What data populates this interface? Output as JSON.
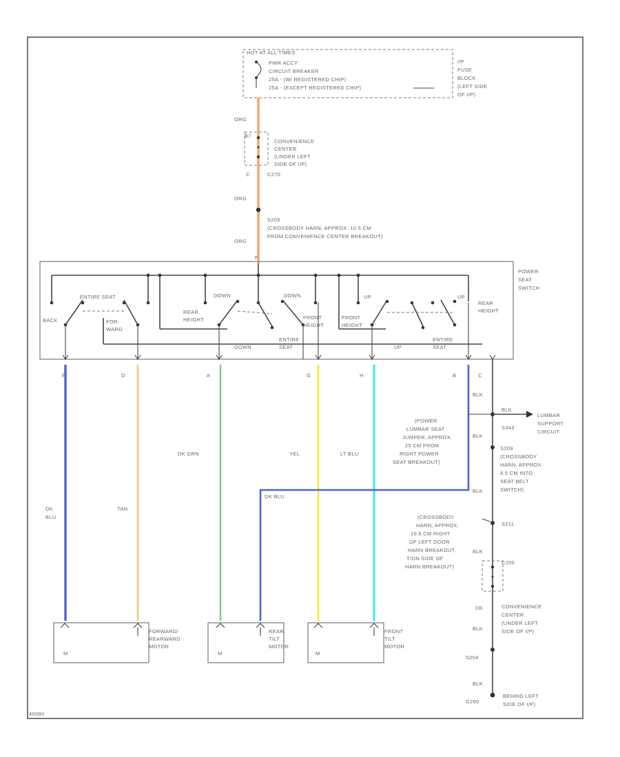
{
  "hot_label": "HOT AT ALL TIMES",
  "breaker_lines": [
    "PWR ACCY",
    "CIRCUIT BREAKER",
    "25A - (W/ REGISTERED CHIP)",
    "25A - (EXCEPT REGISTERED CHIP)"
  ],
  "fuse_block_lines": [
    "I/P",
    "FUSE",
    "BLOCK",
    "(LEFT SIDE",
    "OF I/P)"
  ],
  "conv_center_top_lines": [
    "CONVENIENCE",
    "CENTER",
    "(UNDER LEFT",
    "SIDE OF I/P)"
  ],
  "pin_b7": "B7",
  "pin_c": "C",
  "conn_c270": "C270",
  "s205_lines": [
    "S205",
    "(CROSSBODY HARN, APPROX. 10.5 CM",
    "FROM CONVENIENCE CENTER BREAKOUT)"
  ],
  "wire_org_labels": [
    "ORG",
    "ORG",
    "ORG"
  ],
  "switch_label_lines": [
    "POWER",
    "SEAT",
    "SWITCH"
  ],
  "switch_labels": {
    "entire_seat_top": "ENTIRE SEAT",
    "back": "BACK",
    "for_ward": [
      "FOR-",
      "WARD"
    ],
    "rear_height": [
      "REAR",
      "HEIGHT"
    ],
    "down_a": "DOWN",
    "down_b": "DOWN",
    "front_height_a": [
      "FRONT",
      "HEIGHT"
    ],
    "front_height_b": [
      "FRONT",
      "HEIGHT"
    ],
    "up_a": "UP",
    "up_b": "UP",
    "rear_height_r": [
      "REAR",
      "HEIGHT"
    ],
    "down_c": "DOWN",
    "entire_seat_mid": [
      "ENTIRE",
      "SEAT"
    ],
    "up_c": "UP",
    "entire_seat_r": [
      "ENTIRE",
      "SEAT"
    ]
  },
  "pin_letters": [
    "E",
    "D",
    "A",
    "G",
    "H",
    "B",
    "C"
  ],
  "wire_colors": [
    "DK BLU",
    "TAN",
    "DK GRN",
    "YEL",
    "LT BLU"
  ],
  "wire_dk_blu_lines": [
    "DK",
    "BLU"
  ],
  "wire_dk_blu_cross": "DK BLU",
  "ground_wire_labels": [
    "BLK",
    "BLK",
    "BLK",
    "BLK",
    "BLK",
    "BLK",
    "DK"
  ],
  "blk_splice_label": "BLK",
  "s343": "S343",
  "lumbar_support_lines": [
    "LUMBAR",
    "SUPPORT",
    "CIRCUIT"
  ],
  "s343_desc_lines": [
    "(POWER",
    "LUMBAR SEAT",
    "JUMPER, APPROX.",
    "25 CM FROM",
    "RIGHT POWER",
    "SEAT BREAKOUT)"
  ],
  "s209_lines": [
    "S209",
    "(CROSSBODY",
    "HARN, APPROX.",
    "8.5 CM INTO",
    "SEAT BELT",
    "SWITCH)"
  ],
  "s211": "S211",
  "s211_desc_lines": [
    "(CROSSBODY",
    "HARN, APPROX.",
    "10.5 CM RIGHT",
    "OF LEFT DOOR",
    "HARN BREAKOUT,",
    "T/ON SIDE OF",
    "HARN BREAKOUT)"
  ],
  "c200_label": "C200",
  "conv_center_bottom_lines": [
    "CONVENIENCE",
    "CENTER",
    "(UNDER LEFT",
    "SIDE OF I/P)"
  ],
  "s204": "S204",
  "g200": "G200",
  "ground_desc_lines": [
    "BEHIND LEFT",
    "SIDE OF I/P)"
  ],
  "motors": [
    {
      "lines": [
        "FORWARD/",
        "REARWARD",
        "MOTOR"
      ]
    },
    {
      "lines": [
        "REAR",
        "TILT",
        "MOTOR"
      ]
    },
    {
      "lines": [
        "FRONT",
        "TILT",
        "MOTOR"
      ]
    }
  ],
  "motor_m": "M",
  "figure_id": "40090",
  "colors": {
    "org": "#f4a46a",
    "dk_blu": "#4a62d8",
    "tan": "#f2c97a",
    "dk_grn": "#7dd27d",
    "yel": "#f0ee3c",
    "lt_blu": "#3ee6f0"
  }
}
